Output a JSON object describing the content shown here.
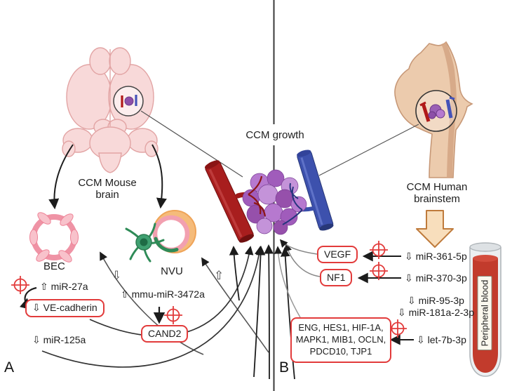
{
  "center": {
    "title": "CCM growth"
  },
  "panel_a": {
    "label": "A",
    "brain_title": "CCM Mouse brain",
    "bec_label": "BEC",
    "nvu_label": "NVU",
    "mir_27a": "⇧ miR-27a",
    "ve_cadherin_box": "⇩ VE-cadherin",
    "mir_125a": "⇩ miR-125a",
    "mmu_mir_3472a": "⇧ mmu-miR-3472a",
    "cand2_box": "CAND2"
  },
  "panel_b": {
    "label": "B",
    "brain_title": "CCM Human brainstem",
    "vegf_box": "VEGF",
    "nf1_box": "NF1",
    "mir_361_5p": "⇩ miR-361-5p",
    "mir_370_3p": "⇩ miR-370-3p",
    "mir_95_3p": "⇩ miR-95-3p",
    "mir_181a_2_3p": "⇩ miR-181a-2-3p",
    "gene_box": "ENG, HES1, HIF-1A, MAPK1, MIB1, OCLN, PDCD10, TJP1",
    "let_7b_3p": "⇩ let-7b-3p",
    "blood_tube_label": "Peripheral blood"
  },
  "icons": {
    "up_regulated_glyph": "⇧",
    "down_regulated_glyph": "⇩",
    "target_icon": "red crosshair target",
    "block_down_arrow": "tan block arrow pointing down"
  },
  "colors": {
    "highlight_red": "#e23b3b",
    "artery_red": "#a81e1e",
    "vein_blue": "#3d51ad",
    "lesion_purple": "#a05cbb",
    "mouse_brain_pink": "#f8d9d9",
    "human_brain_tan": "#eccbad",
    "block_arrow_tan": "#f8debc",
    "blood_red": "#c23b2c"
  }
}
